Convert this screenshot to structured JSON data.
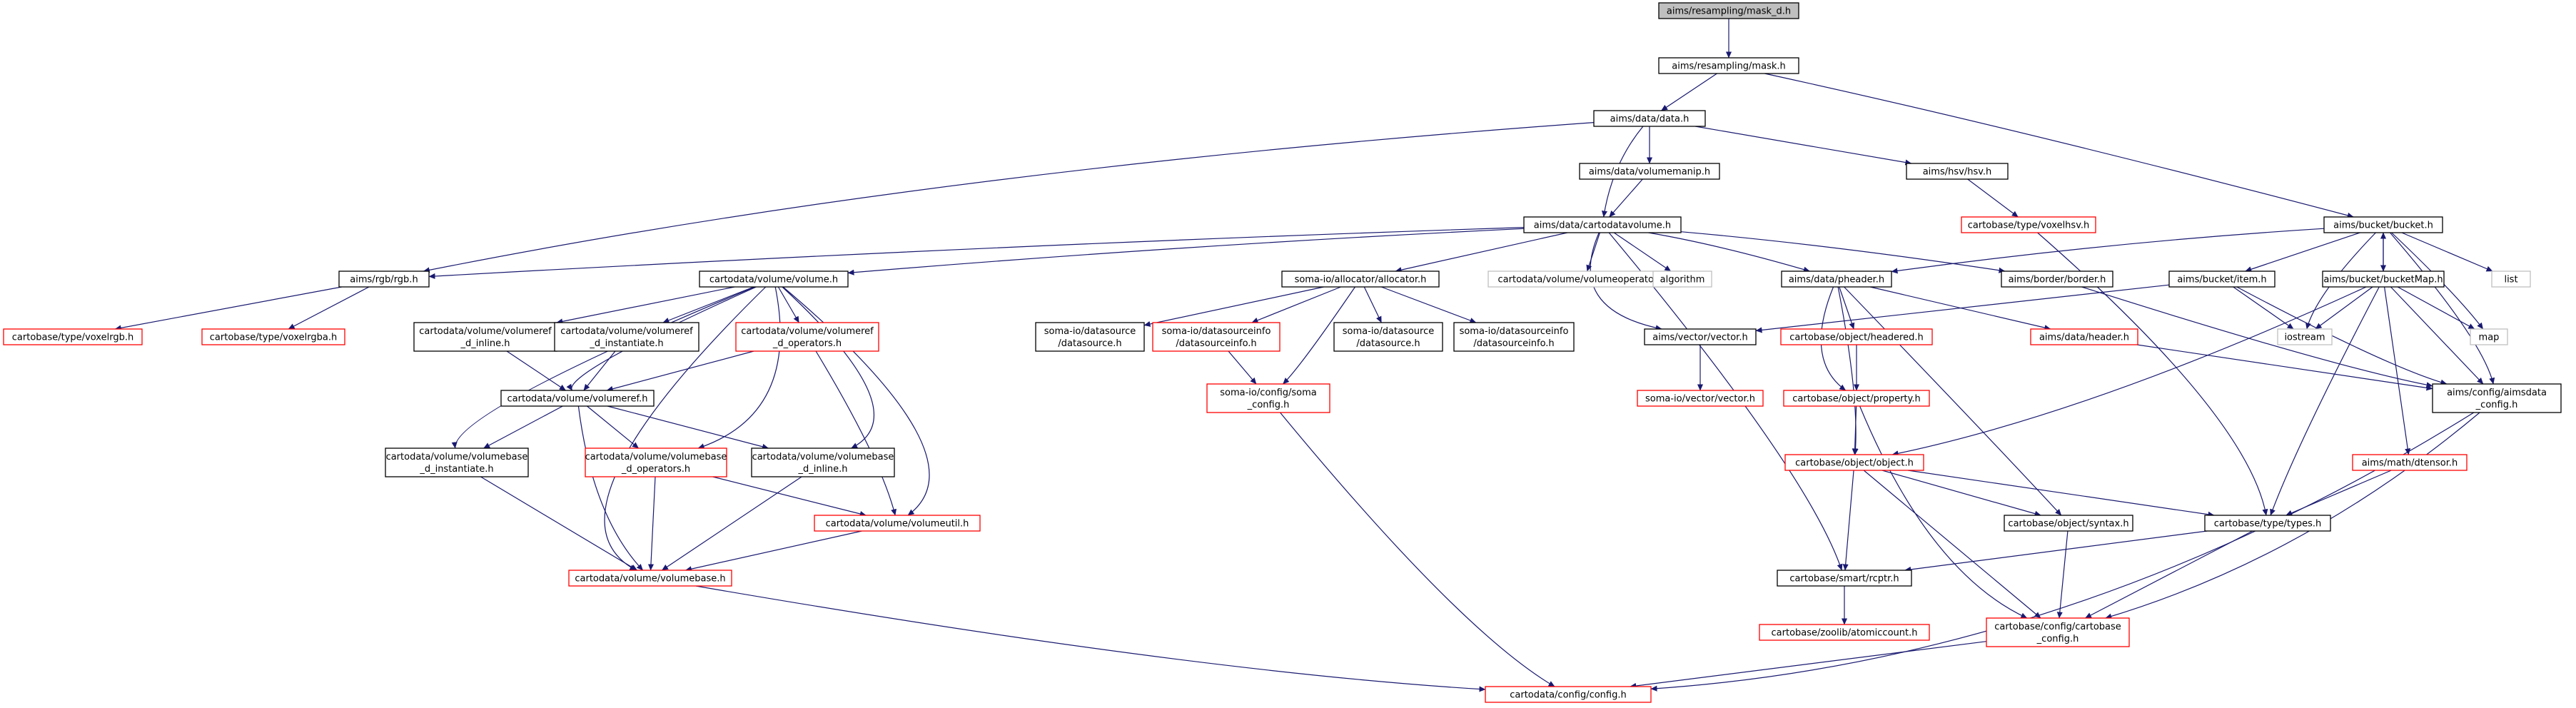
{
  "graph": {
    "colors": {
      "edge": "#191970",
      "root_fill": "#bfbfbf",
      "node_border": "#000000",
      "missing_border": "#ff0000",
      "external_border": "#bfbfbf"
    },
    "nodes": {
      "mask_d": {
        "label": [
          "aims/resampling/mask_d.h"
        ],
        "kind": "root"
      },
      "mask": {
        "label": [
          "aims/resampling/mask.h"
        ],
        "kind": "normal"
      },
      "data": {
        "label": [
          "aims/data/data.h"
        ],
        "kind": "normal"
      },
      "volumemanip": {
        "label": [
          "aims/data/volumemanip.h"
        ],
        "kind": "normal"
      },
      "hsv": {
        "label": [
          "aims/hsv/hsv.h"
        ],
        "kind": "normal"
      },
      "cartodatavolume": {
        "label": [
          "aims/data/cartodatavolume.h"
        ],
        "kind": "normal"
      },
      "voxelhsv": {
        "label": [
          "cartobase/type/voxelhsv.h"
        ],
        "kind": "missing"
      },
      "bucket": {
        "label": [
          "aims/bucket/bucket.h"
        ],
        "kind": "normal"
      },
      "rgb": {
        "label": [
          "aims/rgb/rgb.h"
        ],
        "kind": "normal"
      },
      "voxelrgb": {
        "label": [
          "cartobase/type/voxelrgb.h"
        ],
        "kind": "missing"
      },
      "voxelrgba": {
        "label": [
          "cartobase/type/voxelrgba.h"
        ],
        "kind": "missing"
      },
      "volume": {
        "label": [
          "cartodata/volume/volume.h"
        ],
        "kind": "normal"
      },
      "allocator": {
        "label": [
          "soma-io/allocator/allocator.h"
        ],
        "kind": "normal"
      },
      "volumeoperators": {
        "label": [
          "cartodata/volume/volumeoperators.h"
        ],
        "kind": "external"
      },
      "algorithm": {
        "label": [
          "algorithm"
        ],
        "kind": "external"
      },
      "pheader": {
        "label": [
          "aims/data/pheader.h"
        ],
        "kind": "normal"
      },
      "border": {
        "label": [
          "aims/border/border.h"
        ],
        "kind": "normal"
      },
      "item": {
        "label": [
          "aims/bucket/item.h"
        ],
        "kind": "normal"
      },
      "bucketmap": {
        "label": [
          "aims/bucket/bucketMap.h"
        ],
        "kind": "normal"
      },
      "list": {
        "label": [
          "list"
        ],
        "kind": "external"
      },
      "volumeref_inline": {
        "label": [
          "cartodata/volume/volumeref",
          "_d_inline.h"
        ],
        "kind": "normal"
      },
      "volumeref_instantiate": {
        "label": [
          "cartodata/volume/volumeref",
          "_d_instantiate.h"
        ],
        "kind": "normal"
      },
      "volumeref_operators": {
        "label": [
          "cartodata/volume/volumeref",
          "_d_operators.h"
        ],
        "kind": "missing"
      },
      "datasource": {
        "label": [
          "soma-io/datasource",
          "/datasource.h"
        ],
        "kind": "normal"
      },
      "datasourceinfo_red": {
        "label": [
          "soma-io/datasourceinfo",
          "/datasourceinfo.h"
        ],
        "kind": "missing"
      },
      "cartodata_datasource": {
        "label": [
          "soma-io/datasource",
          "/datasource.h"
        ],
        "kind": "normal"
      },
      "datasourceinfo_black": {
        "label": [
          "soma-io/datasourceinfo",
          "/datasourceinfo.h"
        ],
        "kind": "normal"
      },
      "vector": {
        "label": [
          "aims/vector/vector.h"
        ],
        "kind": "normal"
      },
      "headered": {
        "label": [
          "cartobase/object/headered.h"
        ],
        "kind": "missing"
      },
      "header": {
        "label": [
          "aims/data/header.h"
        ],
        "kind": "missing"
      },
      "iostream": {
        "label": [
          "iostream"
        ],
        "kind": "external"
      },
      "map": {
        "label": [
          "map"
        ],
        "kind": "external"
      },
      "volumeref": {
        "label": [
          "cartodata/volume/volumeref.h"
        ],
        "kind": "normal"
      },
      "soma_config": {
        "label": [
          "soma-io/config/soma",
          "_config.h"
        ],
        "kind": "missing"
      },
      "sv_vector": {
        "label": [
          "soma-io/vector/vector.h"
        ],
        "kind": "missing"
      },
      "property": {
        "label": [
          "cartobase/object/property.h"
        ],
        "kind": "missing"
      },
      "aimsdata_config": {
        "label": [
          "aims/config/aimsdata",
          "_config.h"
        ],
        "kind": "normal"
      },
      "volumebase_instantiate": {
        "label": [
          "cartodata/volume/volumebase",
          "_d_instantiate.h"
        ],
        "kind": "normal"
      },
      "volumebase_operators": {
        "label": [
          "cartodata/volume/volumebase",
          "_d_operators.h"
        ],
        "kind": "missing"
      },
      "volumebase_inline": {
        "label": [
          "cartodata/volume/volumebase",
          "_d_inline.h"
        ],
        "kind": "normal"
      },
      "object": {
        "label": [
          "cartobase/object/object.h"
        ],
        "kind": "missing"
      },
      "dtensor": {
        "label": [
          "aims/math/dtensor.h"
        ],
        "kind": "missing"
      },
      "volumeutil": {
        "label": [
          "cartodata/volume/volumeutil.h"
        ],
        "kind": "missing"
      },
      "syntax": {
        "label": [
          "cartobase/object/syntax.h"
        ],
        "kind": "normal"
      },
      "types": {
        "label": [
          "cartobase/type/types.h"
        ],
        "kind": "normal"
      },
      "volumebase": {
        "label": [
          "cartodata/volume/volumebase.h"
        ],
        "kind": "missing"
      },
      "rcptr": {
        "label": [
          "cartobase/smart/rcptr.h"
        ],
        "kind": "normal"
      },
      "atomiccount": {
        "label": [
          "cartobase/zoolib/atomiccount.h"
        ],
        "kind": "missing"
      },
      "cartobase_config": {
        "label": [
          "cartobase/config/cartobase",
          "_config.h"
        ],
        "kind": "missing"
      },
      "config": {
        "label": [
          "cartodata/config/config.h"
        ],
        "kind": "missing"
      }
    }
  }
}
